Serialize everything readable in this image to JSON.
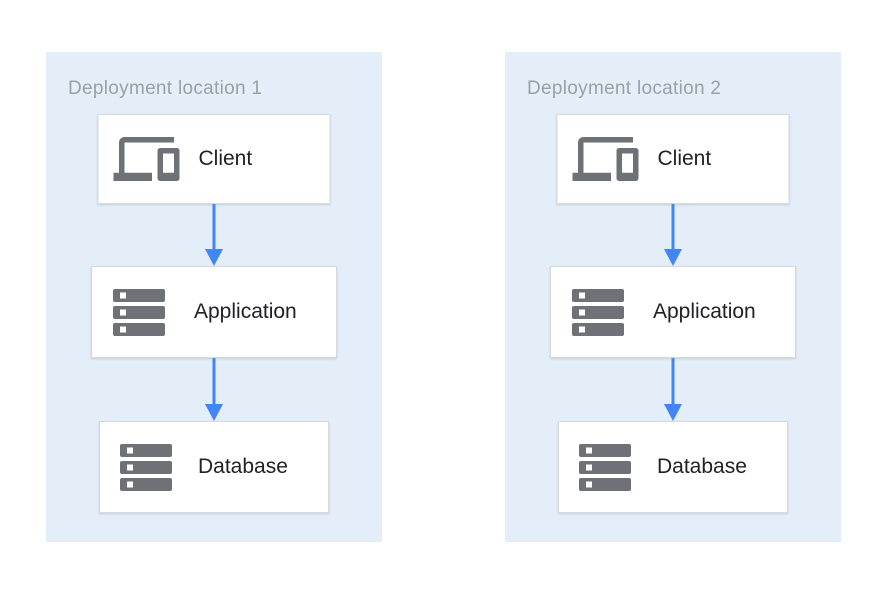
{
  "diagram": {
    "panels": [
      {
        "title": "Deployment location 1",
        "nodes": [
          {
            "label": "Client",
            "icon": "devices-icon"
          },
          {
            "label": "Application",
            "icon": "server-stack-icon"
          },
          {
            "label": "Database",
            "icon": "server-stack-icon"
          }
        ],
        "connections": [
          {
            "from": "Client",
            "to": "Application"
          },
          {
            "from": "Application",
            "to": "Database"
          }
        ]
      },
      {
        "title": "Deployment location 2",
        "nodes": [
          {
            "label": "Client",
            "icon": "devices-icon"
          },
          {
            "label": "Application",
            "icon": "server-stack-icon"
          },
          {
            "label": "Database",
            "icon": "server-stack-icon"
          }
        ],
        "connections": [
          {
            "from": "Client",
            "to": "Application"
          },
          {
            "from": "Application",
            "to": "Database"
          }
        ]
      }
    ],
    "colors": {
      "page_background": "#FFFFFF",
      "panel_background": "#E4EEF8",
      "node_background": "#FFFFFF",
      "node_border": "#D6D9DD",
      "icon_gray": "#6E7276",
      "label_text": "#202124",
      "title_text": "#9AA0A6",
      "arrow_blue": "#4285F4"
    }
  }
}
